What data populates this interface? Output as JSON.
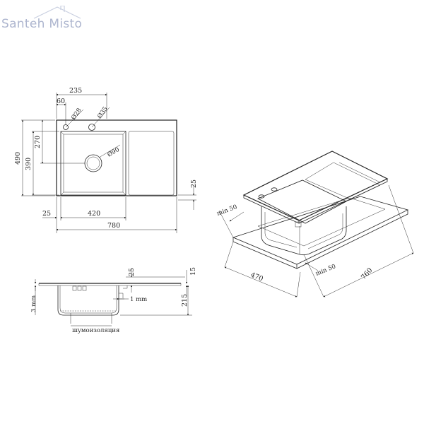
{
  "logo": {
    "text": "Santeh Misto"
  },
  "top_view": {
    "dim_235": "235",
    "dim_60": "60",
    "dim_d28": "Ø28",
    "dim_d35": "Ø35",
    "dim_490": "490",
    "dim_390": "390",
    "dim_270": "270",
    "dim_d90": "Ø90",
    "dim_25_right": "25",
    "dim_25_left": "25",
    "dim_420": "420",
    "dim_780": "780"
  },
  "side_view": {
    "dim_25": "25",
    "dim_15": "15",
    "dim_3mm": "3 mm",
    "dim_1mm": "1 mm",
    "dim_215": "215",
    "insulation_label": "шумоизоляция"
  },
  "iso_view": {
    "dim_min50_top": "min 50",
    "dim_min50_right": "min 50",
    "dim_470": "470",
    "dim_760": "760"
  }
}
